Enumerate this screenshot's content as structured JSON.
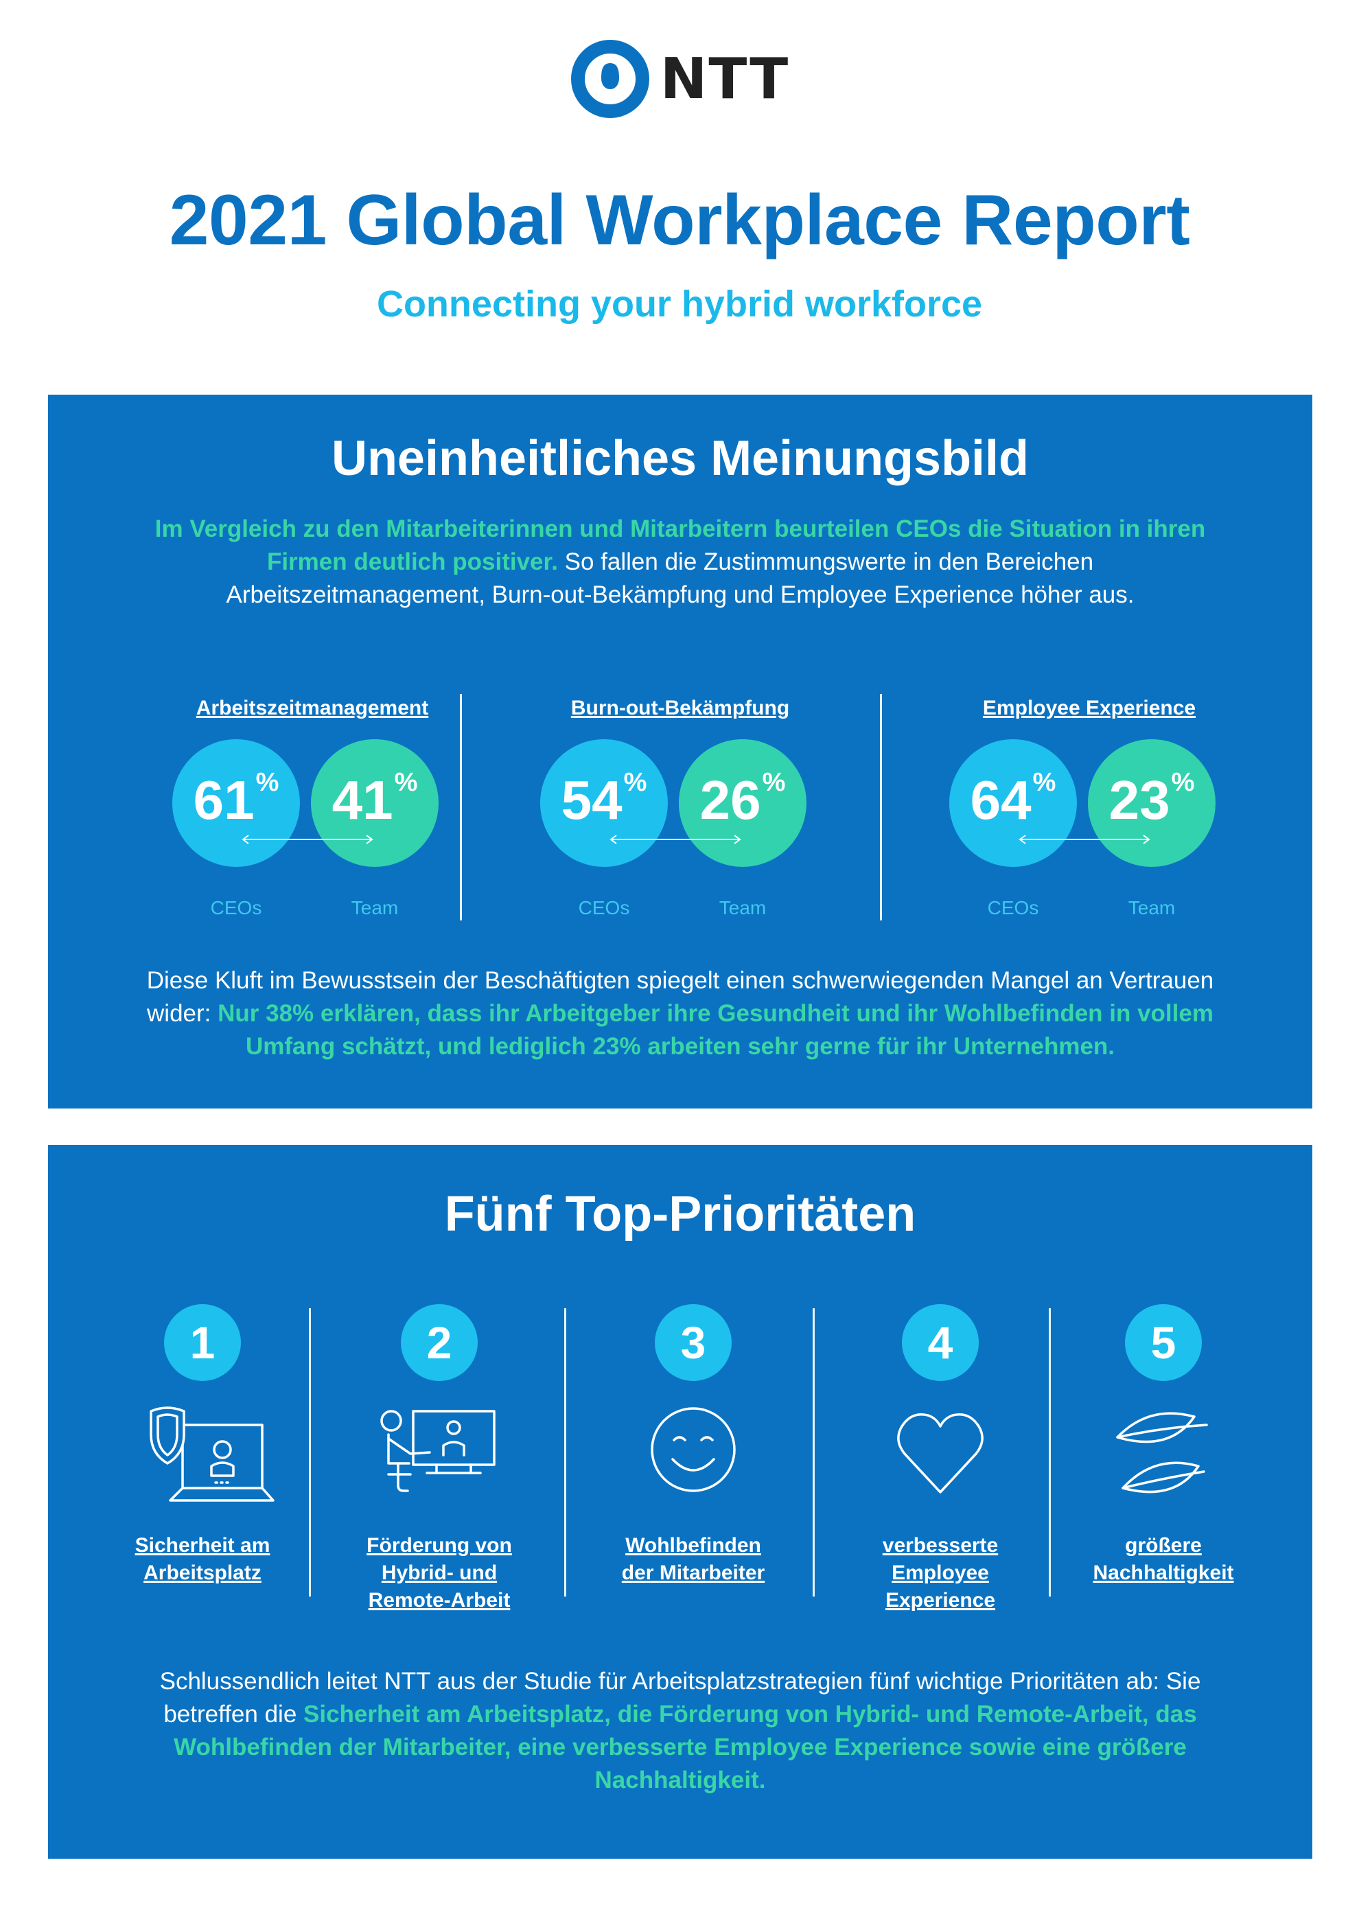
{
  "logo": {
    "text": "NTT",
    "mark_color": "#0b72c2"
  },
  "header": {
    "title": "2021 Global Workplace Report",
    "subtitle": "Connecting your hybrid workforce"
  },
  "section1": {
    "title": "Uneinheitliches Meinungsbild",
    "intro_highlight": "Im Vergleich zu den Mitarbeiterinnen und Mitarbeitern beurteilen CEOs die Situation in ihren Firmen deutlich positiver.",
    "intro_rest": " So fallen die Zustimmungswerte in den Bereichen Arbeitszeitmanagement, Burn-out-Bekämpfung und Employee Experience höher aus.",
    "stats": [
      {
        "category": "Arbeitszeitmanagement",
        "ceo": "61",
        "team": "41",
        "ceo_label": "CEOs",
        "team_label": "Team"
      },
      {
        "category": "Burn-out-Bekämpfung",
        "ceo": "54",
        "team": "26",
        "ceo_label": "CEOs",
        "team_label": "Team"
      },
      {
        "category": "Employee Experience",
        "ceo": "64",
        "team": "23",
        "ceo_label": "CEOs",
        "team_label": "Team"
      }
    ],
    "percent_sign": "%",
    "outro_plain": "Diese Kluft im Bewusstsein der Beschäftigten spiegelt einen schwerwiegenden Mangel an Vertrauen wider: ",
    "outro_highlight": "Nur 38% erklären, dass ihr Arbeitgeber ihre Gesundheit und ihr Wohlbefinden in vollem Umfang schätzt, und lediglich 23% arbeiten sehr gerne für ihr Unternehmen."
  },
  "section2": {
    "title": "Fünf Top-Prioritäten",
    "priorities": [
      {
        "num": "1",
        "label_l1": "Sicherheit am",
        "label_l2": "Arbeitsplatz",
        "label_l3": "",
        "icon": "shield-laptop-icon"
      },
      {
        "num": "2",
        "label_l1": "Förderung von",
        "label_l2": "Hybrid- und",
        "label_l3": "Remote-Arbeit",
        "icon": "remote-worker-icon"
      },
      {
        "num": "3",
        "label_l1": "Wohlbefinden",
        "label_l2": "der Mitarbeiter",
        "label_l3": "",
        "icon": "smiley-icon"
      },
      {
        "num": "4",
        "label_l1": "verbesserte",
        "label_l2": "Employee",
        "label_l3": "Experience",
        "icon": "heart-icon"
      },
      {
        "num": "5",
        "label_l1": "größere",
        "label_l2": "Nachhaltigkeit",
        "label_l3": "",
        "icon": "leaves-icon"
      }
    ],
    "outro_plain": "Schlussendlich leitet NTT aus der Studie für Arbeitsplatzstrategien fünf wichtige Prioritäten ab: Sie betreffen die ",
    "outro_highlight": "Sicherheit am Arbeitsplatz, die Förderung von Hybrid- und Remote-Arbeit, das Wohlbefinden der Mitarbeiter, eine verbesserte Employee Experience sowie eine größere Nachhaltigkeit."
  },
  "colors": {
    "brand_blue": "#0b72c2",
    "ceo_cyan": "#1ec0ee",
    "team_green": "#33d2ae",
    "highlight_green": "#3ad6a6"
  }
}
